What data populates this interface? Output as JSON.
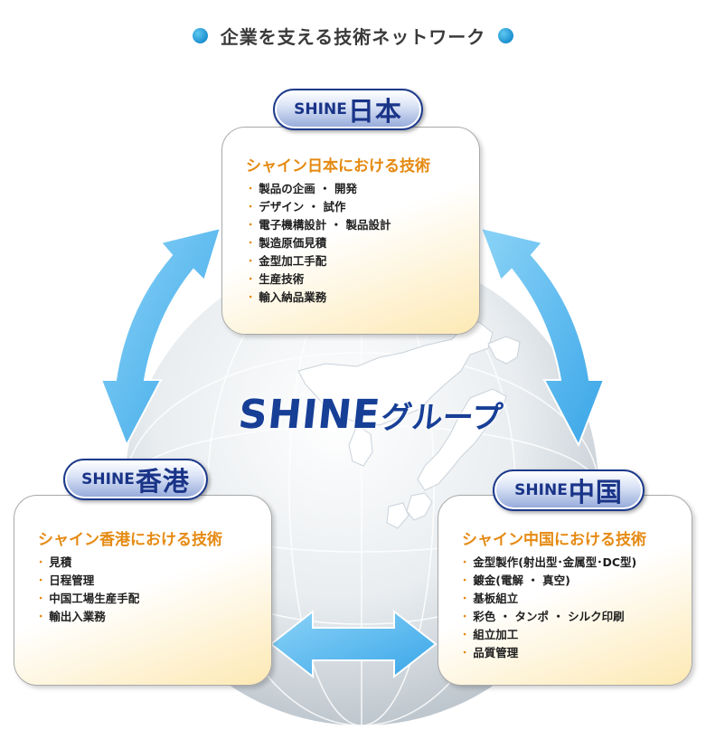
{
  "title": "企業を支える技術ネットワーク",
  "center_label": {
    "latin": "SHINE",
    "kana": "グループ"
  },
  "colors": {
    "accent_orange": "#e58a12",
    "brand_navy": "#1a3488",
    "arrow_blue": "#51b9f0",
    "title_dot": "#1c8fd0",
    "card_gradient_end": "#fde9b4"
  },
  "japan": {
    "badge": {
      "latin": "SHINE",
      "kanji": "日本"
    },
    "heading": "シャイン日本における技術",
    "items": [
      "製品の企画 ・ 開発",
      "デザイン ・ 試作",
      "電子機構設計 ・ 製品設計",
      "製造原価見積",
      "金型加工手配",
      "生産技術",
      "輸入納品業務"
    ]
  },
  "hongkong": {
    "badge": {
      "latin": "SHINE",
      "kanji": "香港"
    },
    "heading": "シャイン香港における技術",
    "items": [
      "見積",
      "日程管理",
      "中国工場生産手配",
      "輸出入業務"
    ]
  },
  "china": {
    "badge": {
      "latin": "SHINE",
      "kanji": "中国"
    },
    "heading": "シャイン中国における技術",
    "items": [
      "金型製作(射出型･金属型･DC型)",
      "鍍金(電解 ・ 真空)",
      "基板組立",
      "彩色 ・ タンポ ・ シルク印刷",
      "組立加工",
      "品質管理"
    ]
  },
  "bullet_char": "･"
}
